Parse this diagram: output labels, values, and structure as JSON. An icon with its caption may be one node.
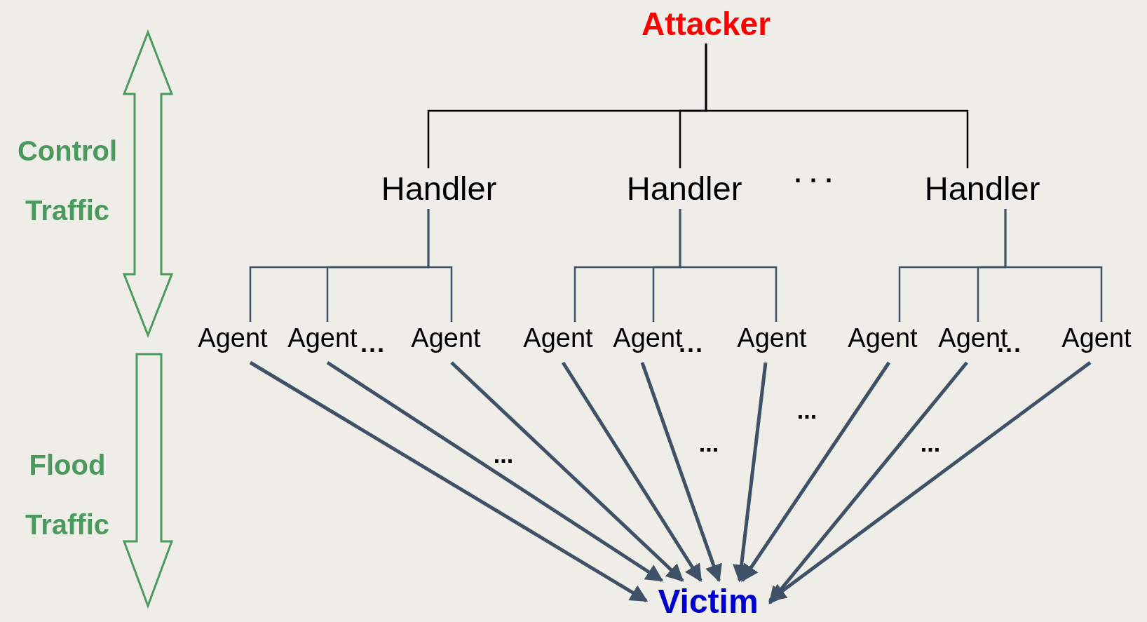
{
  "diagram": {
    "nodes": [
      {
        "text": [
          "Attacker"
        ]
      },
      {
        "text": [
          "Handler"
        ]
      },
      {
        "text": [
          "Handler"
        ]
      },
      {
        "text": [
          "Handler"
        ]
      },
      {
        "text": [
          "Agent"
        ]
      },
      {
        "text": [
          "Agent"
        ]
      },
      {
        "text": [
          "Agent"
        ]
      },
      {
        "text": [
          "Agent"
        ]
      },
      {
        "text": [
          "Agent"
        ]
      },
      {
        "text": [
          "Agent"
        ]
      },
      {
        "text": [
          "Agent"
        ]
      },
      {
        "text": [
          "Agent"
        ]
      },
      {
        "text": [
          "Agent"
        ]
      },
      {
        "text": [
          "Victim"
        ]
      }
    ],
    "edges": [
      {
        "from": 0,
        "to": 1,
        "arrow": "none",
        "color": "#000000"
      },
      {
        "from": 0,
        "to": 2,
        "arrow": "none",
        "color": "#000000"
      },
      {
        "from": 0,
        "to": 3,
        "arrow": "none",
        "color": "#000000"
      },
      {
        "from": 1,
        "to": 4,
        "arrow": "none"
      },
      {
        "from": 1,
        "to": 5,
        "arrow": "none"
      },
      {
        "from": 1,
        "to": 6,
        "arrow": "none"
      },
      {
        "from": 2,
        "to": 7,
        "arrow": "none"
      },
      {
        "from": 2,
        "to": 8,
        "arrow": "none"
      },
      {
        "from": 2,
        "to": 9,
        "arrow": "none"
      },
      {
        "from": 3,
        "to": 10,
        "arrow": "none"
      },
      {
        "from": 3,
        "to": 11,
        "arrow": "none"
      },
      {
        "from": 3,
        "to": 12,
        "arrow": "none"
      },
      {
        "from": 4,
        "to": 13,
        "arrow": "to",
        "style": "thick"
      },
      {
        "from": 5,
        "to": 13,
        "arrow": "to",
        "style": "thick"
      },
      {
        "from": 6,
        "to": 13,
        "arrow": "to",
        "style": "thick"
      },
      {
        "from": 7,
        "to": 13,
        "arrow": "to",
        "style": "thick"
      },
      {
        "from": 8,
        "to": 13,
        "arrow": "to",
        "style": "thick"
      },
      {
        "from": 9,
        "to": 13,
        "arrow": "to",
        "style": "thick"
      },
      {
        "from": 10,
        "to": 13,
        "arrow": "to",
        "style": "thick"
      },
      {
        "from": 11,
        "to": 13,
        "arrow": "to",
        "style": "thick"
      },
      {
        "from": 12,
        "to": 13,
        "arrow": "to",
        "style": "thick"
      }
    ],
    "labels": [
      "Control Traffic",
      "· · ·",
      "···",
      "···",
      "···",
      "...",
      "...",
      "...",
      "...",
      "Flood Traffic"
    ]
  }
}
